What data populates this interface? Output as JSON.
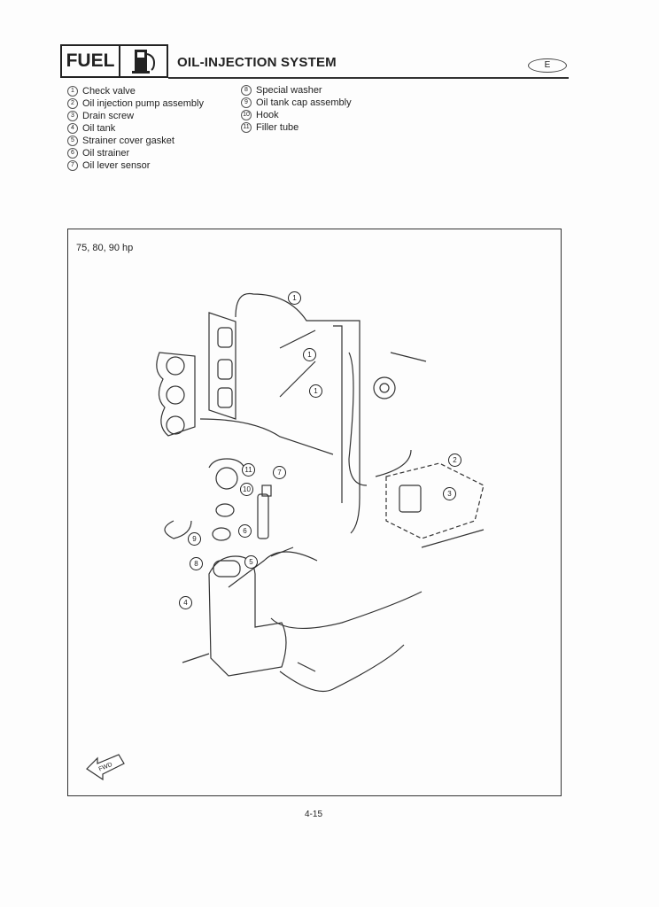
{
  "header": {
    "section": "FUEL",
    "icon": "fuel-pump-icon",
    "title": "OIL-INJECTION SYSTEM",
    "language_badge": "E"
  },
  "parts": [
    {
      "n": "1",
      "label": "Check valve"
    },
    {
      "n": "2",
      "label": "Oil injection pump assembly"
    },
    {
      "n": "3",
      "label": "Drain screw"
    },
    {
      "n": "4",
      "label": "Oil tank"
    },
    {
      "n": "5",
      "label": "Strainer cover gasket"
    },
    {
      "n": "6",
      "label": "Oil strainer"
    },
    {
      "n": "7",
      "label": "Oil lever sensor"
    },
    {
      "n": "8",
      "label": "Special washer"
    },
    {
      "n": "9",
      "label": "Oil tank cap assembly"
    },
    {
      "n": "10",
      "label": "Hook"
    },
    {
      "n": "11",
      "label": "Filler tube"
    }
  ],
  "diagram": {
    "model": "75, 80, 90 hp",
    "fwd_label": "FWD",
    "callouts": [
      "1",
      "1",
      "1",
      "2",
      "3",
      "4",
      "5",
      "6",
      "7",
      "8",
      "9",
      "10",
      "11"
    ]
  },
  "footer": {
    "page": "4-15"
  }
}
